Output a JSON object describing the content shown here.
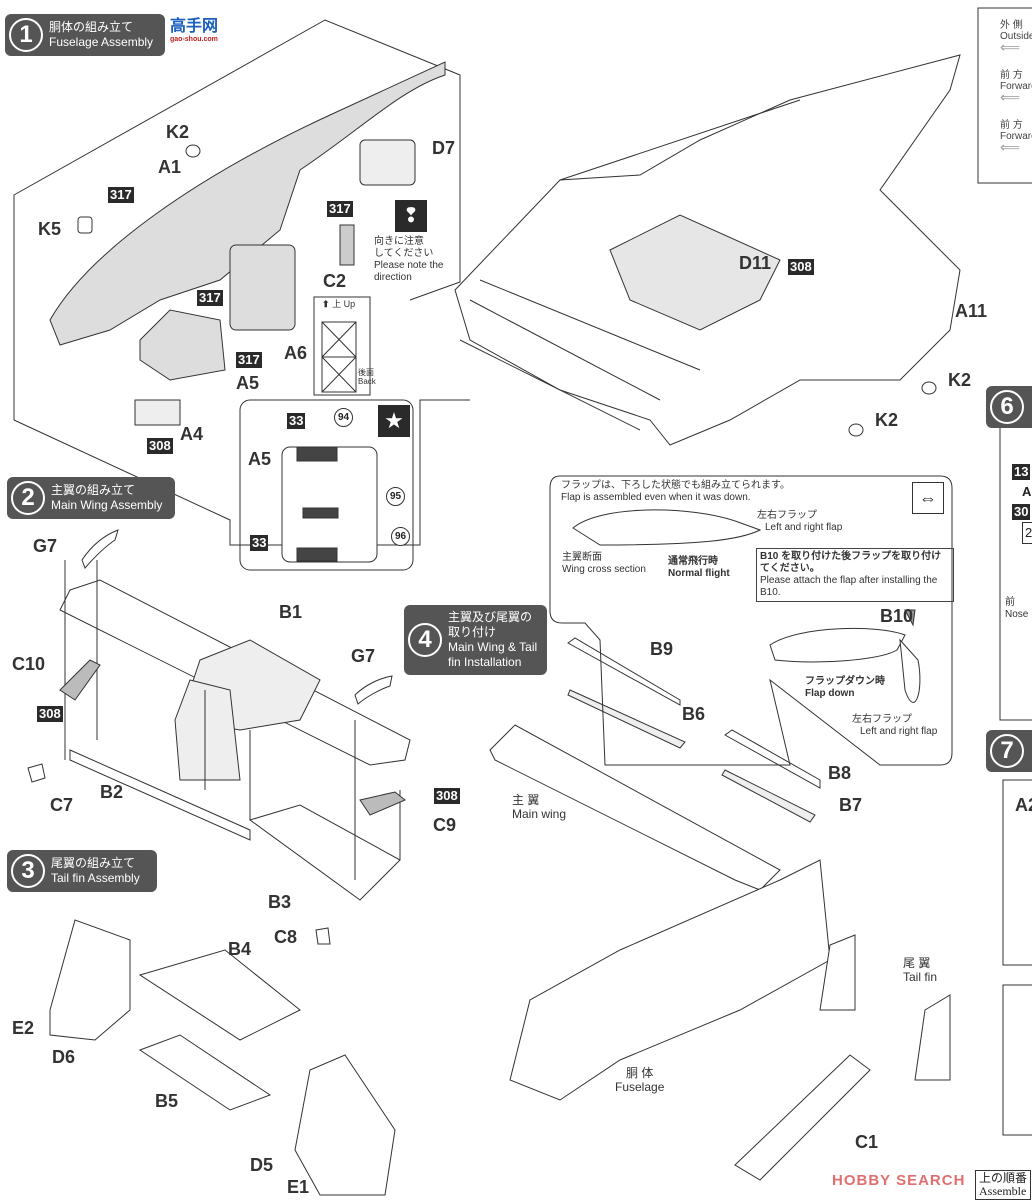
{
  "watermark_top": "高手网",
  "watermark_top_sub": "gao-shou.com",
  "watermark_bottom": "HOBBY SEARCH",
  "steps": {
    "s1": {
      "number": "1",
      "jp": "胴体の組み立て",
      "en": "Fuselage Assembly"
    },
    "s2": {
      "number": "2",
      "jp": "主翼の組み立て",
      "en": "Main Wing Assembly"
    },
    "s3": {
      "number": "3",
      "jp": "尾翼の組み立て",
      "en": "Tail fin Assembly"
    },
    "s4": {
      "number": "4",
      "jp": "主翼及び尾翼の取り付け",
      "en": "Main Wing & Tail fin Installation"
    },
    "s6": {
      "number": "6"
    },
    "s7": {
      "number": "7"
    }
  },
  "legend": {
    "items": [
      {
        "jp": "外 側",
        "en": "Outside"
      },
      {
        "jp": "前 方",
        "en": "Forward"
      },
      {
        "jp": "前 方",
        "en": "Forward"
      }
    ]
  },
  "parts": {
    "k2a": "K2",
    "a1": "A1",
    "d7": "D7",
    "k5": "K5",
    "c2": "C2",
    "a6": "A6",
    "a5": "A5",
    "a4": "A4",
    "a5b": "A5",
    "d11": "D11",
    "a11": "A11",
    "k2b": "K2",
    "k2c": "K2",
    "g7a": "G7",
    "b1": "B1",
    "g7b": "G7",
    "c10": "C10",
    "c7": "C7",
    "b2": "B2",
    "c9": "C9",
    "b3": "B3",
    "c8": "C8",
    "b4": "B4",
    "e2": "E2",
    "d6": "D6",
    "b5": "B5",
    "d5": "D5",
    "e1": "E1",
    "b9": "B9",
    "b6": "B6",
    "b8": "B8",
    "b7": "B7",
    "c1": "C1",
    "b10": "B10"
  },
  "paints": {
    "p1": "317",
    "p2": "317",
    "p3": "317",
    "p4": "317",
    "p5": "308",
    "p6": "308",
    "p7": "308",
    "p8": "308",
    "d33a": "33",
    "d33b": "33"
  },
  "decals": {
    "d94": "94",
    "d95": "95",
    "d96": "96"
  },
  "notes": {
    "direction_jp1": "向きに注意",
    "direction_jp2": "してください",
    "direction_en": "Please note the direction",
    "up_jp": "上",
    "up_en": "Up",
    "back_jp": "後面",
    "back_en": "Back",
    "flap_jp": "フラップは、下ろした状態でも組み立てられます。",
    "flap_en": "Flap is assembled even when it was down.",
    "lr_flap_jp": "左右フラップ",
    "lr_flap_en": "Left and right flap",
    "wing_cs_jp": "主翼断面",
    "wing_cs_en": "Wing cross section",
    "normal_jp": "通常飛行時",
    "normal_en": "Normal flight",
    "b10_jp": "B10 を取り付けた後フラップを取り付けてください。",
    "b10_en": "Please attach the flap after installing the B10.",
    "flapdown_jp": "フラップダウン時",
    "flapdown_en": "Flap down",
    "lr_flap2_jp": "左右フラップ",
    "lr_flap2_en": "Left and right flap",
    "mainwing_jp": "主 翼",
    "mainwing_en": "Main wing",
    "tailfin_jp": "尾 翼",
    "tailfin_en": "Tail fin",
    "fuselage_jp": "胴 体",
    "fuselage_en": "Fuselage"
  },
  "right_edge": {
    "s6_parts": [
      "13",
      "A",
      "30",
      "2"
    ],
    "s6_nose_jp": "前",
    "s6_nose_en": "Nose",
    "s7_part": "A2",
    "footer_jp": "上の順番",
    "footer_en": "Assemble"
  }
}
